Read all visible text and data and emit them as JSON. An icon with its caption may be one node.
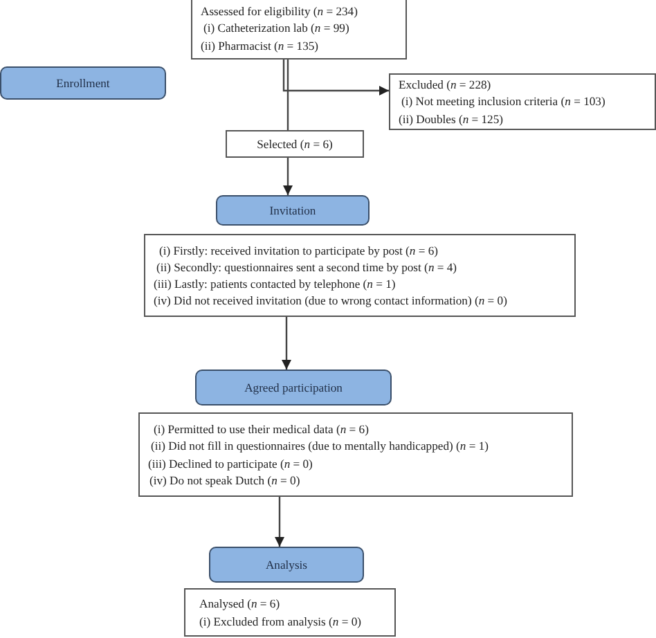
{
  "diagram": {
    "nodes": [
      {
        "text": [
          "Assessed for eligibility (*n* = 234)",
          "(i) Catheterization lab (*n* = 99)",
          "(ii) Pharmacist (*n* = 135)"
        ]
      },
      {
        "text": [
          "Enrollment"
        ]
      },
      {
        "text": [
          "Excluded (*n* = 228)",
          "(i) Not meeting inclusion criteria (*n* = 103)",
          "(ii) Doubles (*n* = 125)"
        ]
      },
      {
        "text": [
          "Selected (*n* = 6)"
        ]
      },
      {
        "text": [
          "Invitation"
        ]
      },
      {
        "text": [
          "(i) Firstly: received invitation to participate by post (*n* = 6)",
          "(ii) Secondly: questionnaires sent a second time by post (*n* = 4)",
          "(iii) Lastly: patients contacted by telephone (*n* = 1)",
          "(iv) Did not received invitation (due to wrong contact information) (*n* = 0)"
        ]
      },
      {
        "text": [
          "Agreed participation"
        ]
      },
      {
        "text": [
          "(i) Permitted to use their medical data (*n* = 6)",
          "(ii) Did not fill in questionnaires (due to mentally handicapped) (*n* = 1)",
          "(iii) Declined to participate (*n* = 0)",
          "(iv) Do not speak Dutch (*n* = 0)"
        ]
      },
      {
        "text": [
          "Analysis"
        ]
      },
      {
        "text": [
          "Analysed (*n* = 6)",
          "(i) Excluded from analysis (*n* = 0)"
        ]
      }
    ],
    "edges": [
      {
        "from": 0,
        "to": 3,
        "arrow": "none"
      },
      {
        "from": 0,
        "to": 2,
        "arrow": "to"
      },
      {
        "from": 3,
        "to": 4,
        "arrow": "to"
      },
      {
        "from": 5,
        "to": 6,
        "arrow": "to"
      },
      {
        "from": 7,
        "to": 8,
        "arrow": "to"
      }
    ]
  }
}
